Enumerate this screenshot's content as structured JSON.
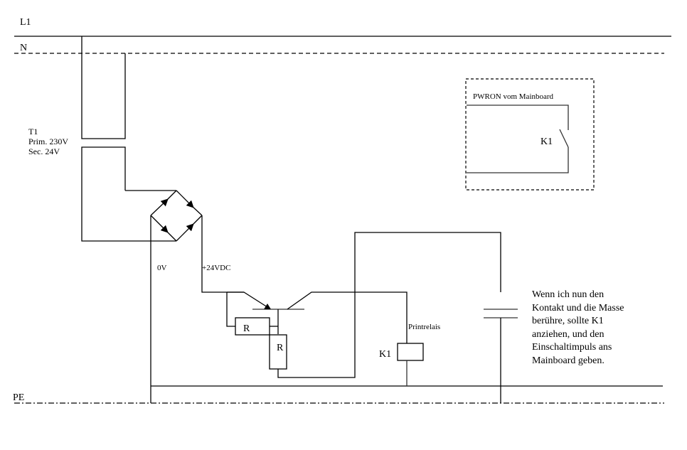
{
  "rails": {
    "l1": "L1",
    "n": "N",
    "pe": "PE"
  },
  "transformer": {
    "name": "T1",
    "primary": "Prim. 230V",
    "secondary": "Sec.  24V"
  },
  "rectifier": {
    "neg_label": "0V",
    "pos_label": "+24VDC"
  },
  "resistors": {
    "r1": "R",
    "r2": "R"
  },
  "relay": {
    "label": "K1",
    "name": "Printrelais"
  },
  "mainboard_box": {
    "title": "PWRON vom Mainboard",
    "contact_label": "K1"
  },
  "note": {
    "lines": [
      "Wenn ich nun den",
      "Kontakt und die Masse",
      "berühre, sollte K1",
      "anziehen, und den",
      "Einschaltimpuls ans",
      "Mainboard geben."
    ]
  }
}
